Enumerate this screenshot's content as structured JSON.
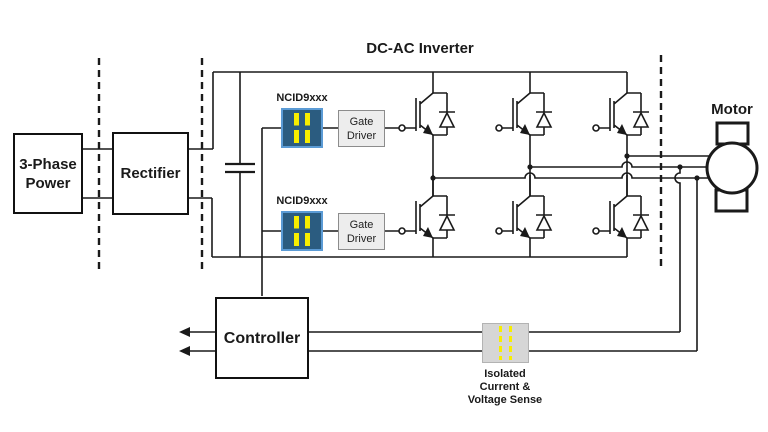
{
  "title": "DC-AC Inverter",
  "labels": {
    "three_phase_line1": "3-Phase",
    "three_phase_line2": "Power",
    "rectifier": "Rectifier",
    "ncid_top": "NCID9xxx",
    "ncid_bottom": "NCID9xxx",
    "gate_driver_top_line1": "Gate",
    "gate_driver_top_line2": "Driver",
    "gate_driver_bottom_line1": "Gate",
    "gate_driver_bottom_line2": "Driver",
    "controller": "Controller",
    "motor": "Motor",
    "sense_line1": "Isolated",
    "sense_line2": "Current &",
    "sense_line3": "Voltage Sense"
  },
  "colors": {
    "wire": "#1a1a1a",
    "isolator_blue": "#2b5c80",
    "isolator_border": "#5b9bd5",
    "stripe_yellow": "#f8ee00",
    "driver_gray": "#ededed",
    "driver_border": "#8c8c8c",
    "sense_gray": "#d6d6d6",
    "sense_border": "#b3b3b3",
    "background": "#ffffff"
  }
}
